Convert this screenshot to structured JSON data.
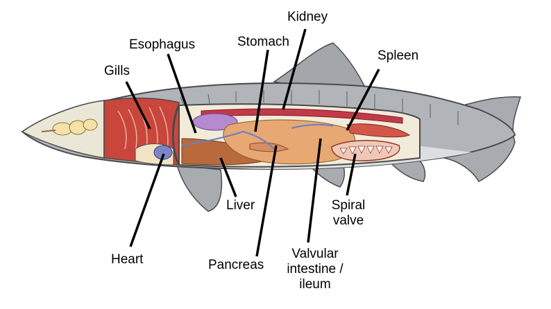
{
  "labels": {
    "kidney": "Kidney",
    "esophagus": "Esophagus",
    "stomach": "Stomach",
    "spleen": "Spleen",
    "gills": "Gills",
    "liver": "Liver",
    "spiral_valve": [
      "Spiral",
      "valve"
    ],
    "heart": "Heart",
    "pancreas": "Pancreas",
    "valvular_intestine": [
      "Valvular",
      "intestine /",
      "ileum"
    ]
  },
  "colors": {
    "body_gray": "#a9adb2",
    "body_light": "#dfe1e3",
    "cavity": "#f2ead8",
    "gill_red": "#c8443a",
    "organ_orange": "#e3a66f",
    "liver_brown": "#b86a3c",
    "stomach_purple": "#b48ad0",
    "kidney_red": "#c23a4a",
    "vein_blue": "#6a7fc6"
  }
}
